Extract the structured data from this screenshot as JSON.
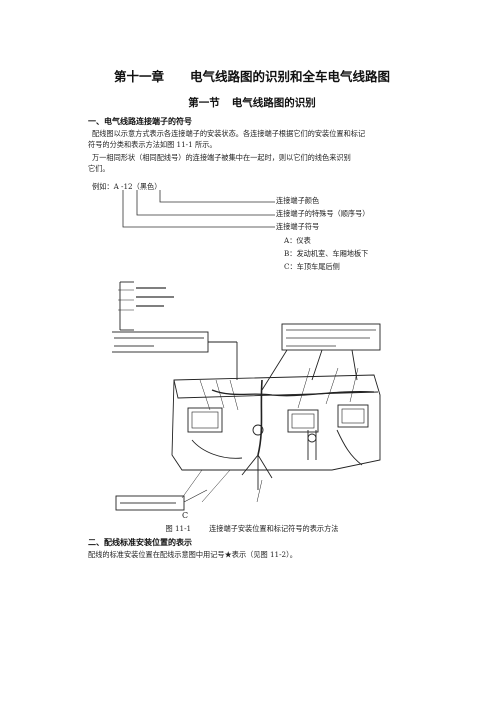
{
  "chapter": {
    "number": "第十一章",
    "title": "电气线路图的识别和全车电气线路图"
  },
  "section": {
    "number": "第一节",
    "title": "电气线路图的识别"
  },
  "part1": {
    "heading": "一、电气线路连接端子的符号",
    "para1_line1": "配线图以示意方式表示各连接端子的安装状态。各连接端子根据它们的安装位置和标记",
    "para1_line2": "符号的分类和表示方法如图 11-1 所示。",
    "para2_line1": "万一相同形状（相同配线号）的连接端子被集中在一起时，则以它们的线色来识别",
    "para2_line2": "它们。",
    "example_label": "例如：",
    "example_code": "A -12",
    "example_color": "（黑色）",
    "annotations": [
      "连接端子颜色",
      "连接端子的特殊号（顺序号）",
      "连接端子符号"
    ],
    "codes": [
      "A：仪表",
      "B：发动机室、车厢地板下",
      "C：车顶车尾后侧"
    ]
  },
  "figure": {
    "caption_number": "图 11-1",
    "caption_text": "连接端子安装位置和标记符号的表示方法",
    "label_bottom": "C"
  },
  "part2": {
    "heading": "二、配线标准安装位置的表示",
    "para_line1": "配线的标准安装位置在配线示意图中用记号★表示（见图 11-2）。"
  }
}
